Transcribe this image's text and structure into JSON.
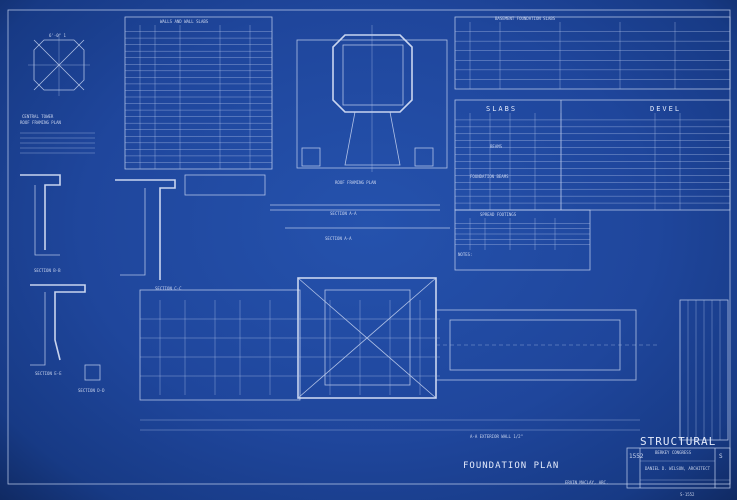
{
  "sheet": {
    "main_title": "STRUCTURAL",
    "sheet_number": "S",
    "drawing_number": "1552",
    "client": "BERKEY CONGRESS",
    "architect": "DANIEL D. WILSON, ARCHITECT",
    "bottom_stamp": "S-1552",
    "draftsman": "ERVIN MACLAY, ARC."
  },
  "labels": {
    "central_tower": "CENTRAL TOWER",
    "central_tower_sub": "ROOF FRAMING PLAN",
    "walls_schedule": "WALLS AND WALL SLABS",
    "basement_slabs": "BASEMENT FOUNDATION SLABS",
    "slabs": "SLABS",
    "beams": "BEAMS",
    "foundation_beams": "FOUNDATION BEAMS",
    "spread_footings": "SPREAD FOOTINGS",
    "developments": "DEVEL",
    "roof_framing_plan": "ROOF FRAMING PLAN",
    "section_aa_upper": "SECTION A-A",
    "section_aa_lower": "SECTION A-A",
    "section_bb": "SECTION B-B",
    "section_ee": "SECTION E-E",
    "section_cc": "SECTION C-C",
    "section_dd": "SECTION D-D",
    "foundation_plan": "FOUNDATION PLAN",
    "notes_label": "NOTES:",
    "tower_top": "6'-0\" 1",
    "dim_outer": "A-A EXTERIOR WALL 1/2\""
  }
}
